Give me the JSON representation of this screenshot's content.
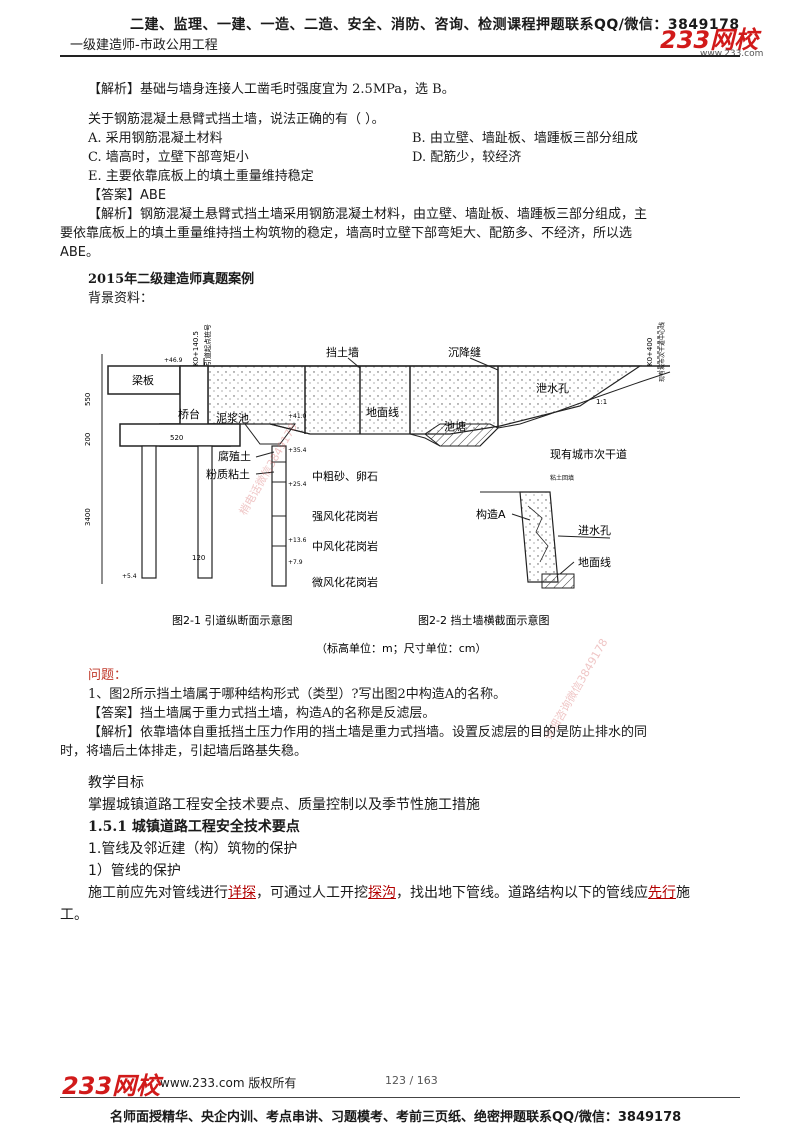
{
  "header": {
    "top_line": "二建、监理、一建、一造、二造、安全、消防、咨询、检测课程押题联系QQ/微信：3849178",
    "subtitle": "一级建造师-市政公用工程",
    "logo": "233网校",
    "logo_url": "www.233.com"
  },
  "q1": {
    "analysis_tag": "【解析】",
    "analysis": "基础与墙身连接人工凿毛时强度宜为 2.5MPa，选 B。"
  },
  "q2": {
    "stem": "关于钢筋混凝土悬臂式挡土墙，说法正确的有（      ）。",
    "options": {
      "A": "A. 采用钢筋混凝土材料",
      "B": "B. 由立壁、墙趾板、墙踵板三部分组成",
      "C": "C. 墙高时，立壁下部弯矩小",
      "D": "D. 配筋少，较经济",
      "E": "E. 主要依靠底板上的填土重量维持稳定"
    },
    "answer_tag": "【答案】",
    "answer": "ABE",
    "analysis_tag": "【解析】",
    "analysis_l1": "钢筋混凝土悬臂式挡土墙采用钢筋混凝土材料，由立壁、墙趾板、墙踵板三部分组成，主",
    "analysis_l2": "要依靠底板上的填土重量维持挡土构筑物的稳定，墙高时立壁下部弯矩大、配筋多、不经济，所以选",
    "analysis_l3": "ABE。"
  },
  "case": {
    "title": "2015年二级建造师真题案例",
    "background": "背景资料："
  },
  "figure": {
    "labels": {
      "retaining_wall": "挡土墙",
      "settlement_joint": "沉降缝",
      "beam_slab": "梁板",
      "abutment": "桥台",
      "mud_pit": "泥浆池",
      "ground_line": "地面线",
      "pond": "池塘",
      "drain_hole": "泄水孔",
      "humus": "腐殖土",
      "silty_clay": "粉质粘土",
      "sand_gravel": "中粗砂、卵石",
      "strong_granite": "强风化花岗岩",
      "medium_granite": "中风化花岗岩",
      "weak_granite": "微风化花岗岩",
      "existing_road": "现有城市次干道",
      "structure_a": "构造A",
      "inlet_hole": "进水孔",
      "ground_line_2": "地面线",
      "station_left": "K0+140.5",
      "station_left_note": "引道起点桩号",
      "station_right": "K0+400",
      "station_right_note": "现有城市次干道中心线",
      "slope": "1:1",
      "elev_1": "+46.9",
      "elev_2": "+41.0",
      "elev_3": "+5.4",
      "elev_4": "+35.4",
      "elev_5": "+25.4",
      "elev_6": "+13.6",
      "elev_7": "+7.9",
      "dim_550": "550",
      "dim_200": "200",
      "dim_3400": "3400",
      "dim_520": "520",
      "dim_120": "120",
      "small_label": "粘土回填"
    },
    "caption_1": "图2-1  引道纵断面示意图",
    "caption_2": "图2-2  挡土墙横截面示意图",
    "units": "（标高单位：m；尺寸单位：cm）"
  },
  "question": {
    "heading": "问题：",
    "q1": "1、图2所示挡土墙属于哪种结构形式（类型）?写出图2中构造A的名称。",
    "answer_tag": "【答案】",
    "answer": "挡土墙属于重力式挡土墙，构造A的名称是反滤层。",
    "analysis_tag": "【解析】",
    "analysis_l1": "依靠墙体自重抵挡土压力作用的挡土墙是重力式挡墙。设置反滤层的目的是防止排水的同",
    "analysis_l2": "时，将墙后土体排走，引起墙后路基失稳。"
  },
  "teaching": {
    "goal_title": "教学目标",
    "goal": "掌握城镇道路工程安全技术要点、质量控制以及季节性施工措施",
    "section": "1.5.1  城镇道路工程安全技术要点",
    "sub1": "1.管线及邻近建（构）筑物的保护",
    "sub2": "1）管线的保护",
    "para_a": "施工前应先对管线进行",
    "kw1": "详探",
    "para_b": "，可通过人工开挖",
    "kw2": "探沟",
    "para_c": "，找出地下管线。道路结构以下的管线应",
    "kw3": "先行",
    "para_d": "施",
    "para_e": "工。"
  },
  "watermark": {
    "text1": "梢电话微信3849178",
    "text2": "详细咨询微信3849178"
  },
  "footer": {
    "logo": "233网校",
    "site": "www.233.com 版权所有",
    "page": "123 / 163",
    "bottom": "名师面授精华、央企内训、考点串讲、习题模考、考前三页纸、绝密押题联系QQ/微信：3849178"
  }
}
